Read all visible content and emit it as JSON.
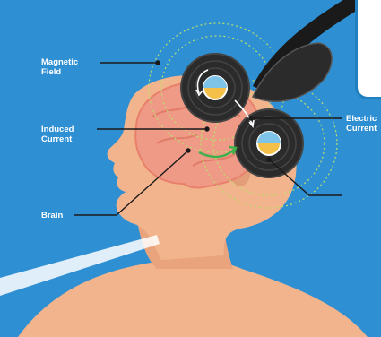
{
  "labels": {
    "magnetic_field": [
      "Magnetic",
      "Field"
    ],
    "induced_current": [
      "Induced",
      "Current"
    ],
    "brain": "Brain",
    "electric_current": [
      "Electric",
      "Current"
    ]
  },
  "colors": {
    "background": "#2e8fd3",
    "skin": "#f2b48c",
    "skin_shadow": "#e39d78",
    "brain": "#ef9a86",
    "coil": "#2b2b2b",
    "field_lines": "#b9e26a",
    "induced_arrow": "#3fb04a",
    "laser": "#ffffff"
  }
}
